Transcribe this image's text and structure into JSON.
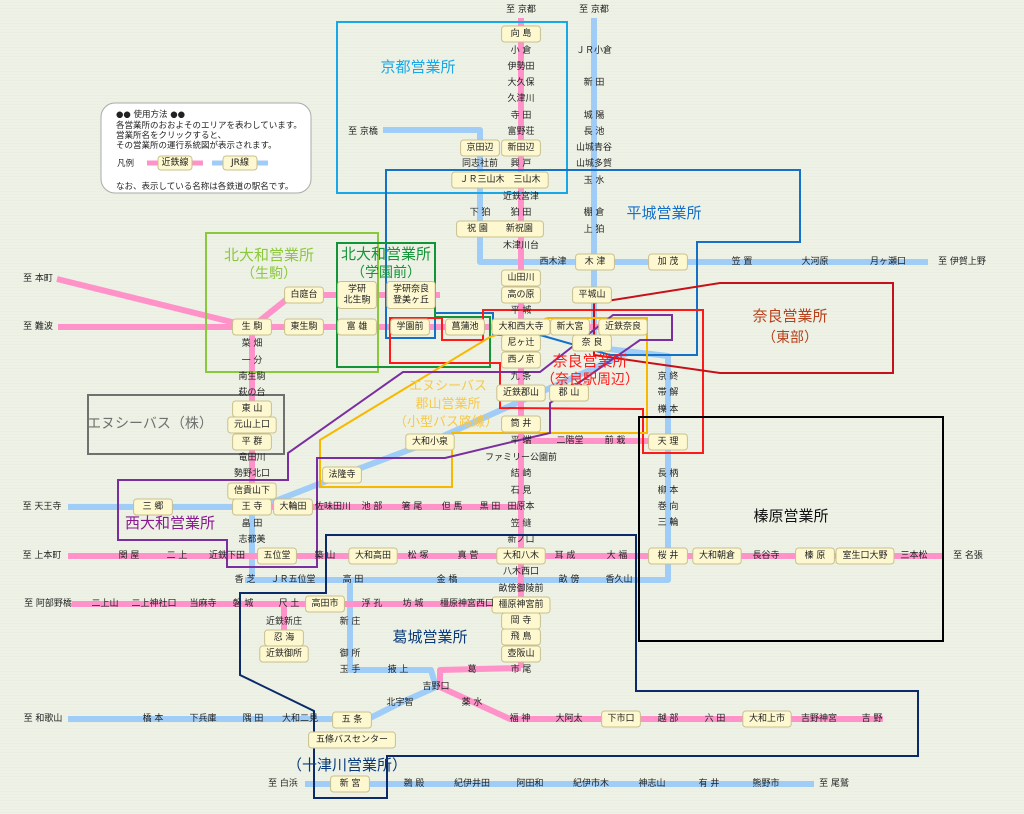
{
  "legend": {
    "title": "●● 使用方法 ●●",
    "line1": "各営業所のおおよそのエリアを表わしています。",
    "line2": "営業所名をクリックすると、",
    "line3": "その営業所の運行系統図が表示されます。",
    "key_label": "凡例",
    "kintetsu_label": "近鉄線",
    "jr_label": "JR線",
    "note": "なお、表示している名称は各鉄道の駅名です。"
  },
  "colors": {
    "kintetsu_line": "#ff92c8",
    "jr_line": "#9fcdf8",
    "kyoto_office": "#18a8e8",
    "heijo_office": "#1570c8",
    "kitayamato_ikoma": "#8cc83c",
    "kitayamato_gakuenmae": "#149438",
    "nara_station_area": "#ff1a1a",
    "nara_east": "#b8401c",
    "nc_bus_koriyama": "#f8b800",
    "nishiyamato": "#7a2ea0",
    "nc_bus": "#707070",
    "haibara": "#000000",
    "katsuragi": "#0a2a6a"
  },
  "offices": {
    "kyoto": {
      "name": "京都営業所"
    },
    "heijo": {
      "name": "平城営業所"
    },
    "kitayamato_ikoma": {
      "name": "北大和営業所",
      "sub": "（生駒）"
    },
    "kitayamato_gakuenmae": {
      "name": "北大和営業所",
      "sub": "（学園前）"
    },
    "nara_station": {
      "name": "奈良営業所",
      "sub": "（奈良駅周辺）"
    },
    "nara_east": {
      "name": "奈良営業所",
      "sub": "（東部）"
    },
    "nc_koriyama": {
      "name": "エヌシーバス",
      "sub": "郡山営業所",
      "sub2": "（小型バス路線）"
    },
    "nishiyamato": {
      "name": "西大和営業所"
    },
    "nc_bus": {
      "name": "エヌシーバス（株）"
    },
    "haibara": {
      "name": "榛原営業所"
    },
    "katsuragi": {
      "name": "葛城営業所"
    },
    "totsukawa": {
      "name": "（十津川営業所）"
    }
  },
  "stations": [
    {
      "name": "至 京都",
      "boxed": false
    },
    {
      "name": "向 島",
      "boxed": true
    },
    {
      "name": "小 倉",
      "boxed": false
    },
    {
      "name": "伊勢田",
      "boxed": false
    },
    {
      "name": "大久保",
      "boxed": false
    },
    {
      "name": "久津川",
      "boxed": false
    },
    {
      "name": "寺 田",
      "boxed": false
    },
    {
      "name": "富野荘",
      "boxed": false
    },
    {
      "name": "新田辺",
      "boxed": true
    },
    {
      "name": "興 戸",
      "boxed": false
    },
    {
      "name": "近鉄宮津",
      "boxed": false
    },
    {
      "name": "狛 田",
      "boxed": false
    },
    {
      "name": "木津川台",
      "boxed": false
    },
    {
      "name": "山田川",
      "boxed": true
    },
    {
      "name": "高の原",
      "boxed": true
    },
    {
      "name": "平 城",
      "boxed": false
    },
    {
      "name": "大和西大寺",
      "boxed": true
    },
    {
      "name": "尼ヶ辻",
      "boxed": true
    },
    {
      "name": "西ノ京",
      "boxed": true
    },
    {
      "name": "九 条",
      "boxed": false
    },
    {
      "name": "近鉄郡山",
      "boxed": true
    },
    {
      "name": "筒 井",
      "boxed": true
    },
    {
      "name": "平 端",
      "boxed": false
    },
    {
      "name": "ファミリー公園前",
      "boxed": false
    },
    {
      "name": "結 崎",
      "boxed": false
    },
    {
      "name": "石 見",
      "boxed": false
    },
    {
      "name": "田原本",
      "boxed": false
    },
    {
      "name": "笠 縫",
      "boxed": false
    },
    {
      "name": "新ノ口",
      "boxed": false
    },
    {
      "name": "大和八木",
      "boxed": true
    },
    {
      "name": "八木西口",
      "boxed": false
    },
    {
      "name": "畝傍御陵前",
      "boxed": false
    },
    {
      "name": "橿原神宮前",
      "boxed": true
    },
    {
      "name": "岡 寺",
      "boxed": true
    },
    {
      "name": "飛 鳥",
      "boxed": true
    },
    {
      "name": "壺阪山",
      "boxed": true
    },
    {
      "name": "市 尾",
      "boxed": false
    },
    {
      "name": "ＪＲ三山木　三山木",
      "boxed": true
    },
    {
      "name": "祝 園　　新祝園",
      "boxed": true
    },
    {
      "name": "至 京都",
      "boxed": false
    },
    {
      "name": "ＪＲ小倉",
      "boxed": false
    },
    {
      "name": "新 田",
      "boxed": false
    },
    {
      "name": "城 陽",
      "boxed": false
    },
    {
      "name": "長 池",
      "boxed": false
    },
    {
      "name": "山城青谷",
      "boxed": false
    },
    {
      "name": "山城多賀",
      "boxed": false
    },
    {
      "name": "玉 水",
      "boxed": false
    },
    {
      "name": "棚 倉",
      "boxed": false
    },
    {
      "name": "上 狛",
      "boxed": false
    },
    {
      "name": "木 津",
      "boxed": true
    },
    {
      "name": "平城山",
      "boxed": true
    },
    {
      "name": "奈 良",
      "boxed": true
    },
    {
      "name": "至 京橋",
      "boxed": false
    },
    {
      "name": "京田辺",
      "boxed": true
    },
    {
      "name": "同志社前",
      "boxed": false
    },
    {
      "name": "下 狛",
      "boxed": false
    },
    {
      "name": "西木津",
      "boxed": false
    },
    {
      "name": "加 茂",
      "boxed": true
    },
    {
      "name": "笠 置",
      "boxed": false
    },
    {
      "name": "大河原",
      "boxed": false
    },
    {
      "name": "月ヶ瀬口",
      "boxed": false
    },
    {
      "name": "至 伊賀上野",
      "boxed": false
    },
    {
      "name": "至 本町",
      "boxed": false
    },
    {
      "name": "至 難波",
      "boxed": false
    },
    {
      "name": "白庭台",
      "boxed": true
    },
    {
      "name": "学研\n北生駒",
      "boxed": true
    },
    {
      "name": "学研奈良\n登美ヶ丘",
      "boxed": true
    },
    {
      "name": "生 駒",
      "boxed": true
    },
    {
      "name": "東生駒",
      "boxed": true
    },
    {
      "name": "富 雄",
      "boxed": true
    },
    {
      "name": "学園前",
      "boxed": true
    },
    {
      "name": "菖蒲池",
      "boxed": true
    },
    {
      "name": "新大宮",
      "boxed": true
    },
    {
      "name": "近鉄奈良",
      "boxed": true
    },
    {
      "name": "京 終",
      "boxed": false
    },
    {
      "name": "帯 解",
      "boxed": false
    },
    {
      "name": "櫟 本",
      "boxed": false
    },
    {
      "name": "天 理",
      "boxed": true
    },
    {
      "name": "二階堂",
      "boxed": false
    },
    {
      "name": "前 栽",
      "boxed": false
    },
    {
      "name": "郡 山",
      "boxed": true
    },
    {
      "name": "大和小泉",
      "boxed": true
    },
    {
      "name": "法隆寺",
      "boxed": true
    },
    {
      "name": "菜 畑",
      "boxed": false
    },
    {
      "name": "一 分",
      "boxed": false
    },
    {
      "name": "南生駒",
      "boxed": false
    },
    {
      "name": "萩の台",
      "boxed": false
    },
    {
      "name": "東 山",
      "boxed": true
    },
    {
      "name": "元山上口",
      "boxed": true
    },
    {
      "name": "平 群",
      "boxed": true
    },
    {
      "name": "竜田川",
      "boxed": false
    },
    {
      "name": "勢野北口",
      "boxed": false
    },
    {
      "name": "信貴山下",
      "boxed": true
    },
    {
      "name": "王 寺",
      "boxed": true
    },
    {
      "name": "畠 田",
      "boxed": false
    },
    {
      "name": "志都美",
      "boxed": false
    },
    {
      "name": "至 天王寺",
      "boxed": false
    },
    {
      "name": "三 郷",
      "boxed": true
    },
    {
      "name": "大輪田",
      "boxed": true
    },
    {
      "name": "佐味田川",
      "boxed": false
    },
    {
      "name": "池 部",
      "boxed": false
    },
    {
      "name": "箸 尾",
      "boxed": false
    },
    {
      "name": "但 馬",
      "boxed": false
    },
    {
      "name": "黒 田",
      "boxed": false
    },
    {
      "name": "至 上本町",
      "boxed": false
    },
    {
      "name": "関 屋",
      "boxed": false
    },
    {
      "name": "二 上",
      "boxed": false
    },
    {
      "name": "近鉄下田",
      "boxed": false
    },
    {
      "name": "五位堂",
      "boxed": true
    },
    {
      "name": "築 山",
      "boxed": false
    },
    {
      "name": "大和高田",
      "boxed": true
    },
    {
      "name": "松 塚",
      "boxed": false
    },
    {
      "name": "真 菅",
      "boxed": false
    },
    {
      "name": "耳 成",
      "boxed": false
    },
    {
      "name": "大 福",
      "boxed": false
    },
    {
      "name": "桜 井",
      "boxed": true
    },
    {
      "name": "大和朝倉",
      "boxed": true
    },
    {
      "name": "長谷寺",
      "boxed": false
    },
    {
      "name": "榛 原",
      "boxed": true
    },
    {
      "name": "室生口大野",
      "boxed": true
    },
    {
      "name": "三本松",
      "boxed": false
    },
    {
      "name": "至 名張",
      "boxed": false
    },
    {
      "name": "長 柄",
      "boxed": false
    },
    {
      "name": "柳 本",
      "boxed": false
    },
    {
      "name": "巻 向",
      "boxed": false
    },
    {
      "name": "三 輪",
      "boxed": false
    },
    {
      "name": "香 芝",
      "boxed": false
    },
    {
      "name": "ＪＲ五位堂",
      "boxed": false
    },
    {
      "name": "高 田",
      "boxed": false
    },
    {
      "name": "金 橋",
      "boxed": false
    },
    {
      "name": "畝 傍",
      "boxed": false
    },
    {
      "name": "香久山",
      "boxed": false
    },
    {
      "name": "至 阿部野橋",
      "boxed": false
    },
    {
      "name": "二上山",
      "boxed": false
    },
    {
      "name": "二上神社口",
      "boxed": false
    },
    {
      "name": "当麻寺",
      "boxed": false
    },
    {
      "name": "磐 城",
      "boxed": false
    },
    {
      "name": "尺 土",
      "boxed": false
    },
    {
      "name": "高田市",
      "boxed": true
    },
    {
      "name": "浮 孔",
      "boxed": false
    },
    {
      "name": "坊 城",
      "boxed": false
    },
    {
      "name": "橿原神宮西口",
      "boxed": false
    },
    {
      "name": "近鉄新庄",
      "boxed": false
    },
    {
      "name": "忍 海",
      "boxed": true
    },
    {
      "name": "近鉄御所",
      "boxed": true
    },
    {
      "name": "新 庄",
      "boxed": false
    },
    {
      "name": "御 所",
      "boxed": false
    },
    {
      "name": "玉 手",
      "boxed": false
    },
    {
      "name": "掖 上",
      "boxed": false
    },
    {
      "name": "葛",
      "boxed": false
    },
    {
      "name": "吉野口",
      "boxed": false
    },
    {
      "name": "北宇智",
      "boxed": false
    },
    {
      "name": "薬 水",
      "boxed": false
    },
    {
      "name": "至 和歌山",
      "boxed": false
    },
    {
      "name": "橋 本",
      "boxed": false
    },
    {
      "name": "下兵庫",
      "boxed": false
    },
    {
      "name": "隅 田",
      "boxed": false
    },
    {
      "name": "大和二見",
      "boxed": false
    },
    {
      "name": "五 条",
      "boxed": true
    },
    {
      "name": "五條バスセンター",
      "boxed": true
    },
    {
      "name": "福 神",
      "boxed": false
    },
    {
      "name": "大阿太",
      "boxed": false
    },
    {
      "name": "下市口",
      "boxed": true
    },
    {
      "name": "越 部",
      "boxed": false
    },
    {
      "name": "六 田",
      "boxed": false
    },
    {
      "name": "大和上市",
      "boxed": true
    },
    {
      "name": "吉野神宮",
      "boxed": false
    },
    {
      "name": "吉 野",
      "boxed": false
    },
    {
      "name": "至 白浜",
      "boxed": false
    },
    {
      "name": "新 宮",
      "boxed": true
    },
    {
      "name": "鵜 殿",
      "boxed": false
    },
    {
      "name": "紀伊井田",
      "boxed": false
    },
    {
      "name": "阿田和",
      "boxed": false
    },
    {
      "name": "紀伊市木",
      "boxed": false
    },
    {
      "name": "神志山",
      "boxed": false
    },
    {
      "name": "有 井",
      "boxed": false
    },
    {
      "name": "熊野市",
      "boxed": false
    },
    {
      "name": "至 尾鷲",
      "boxed": false
    }
  ]
}
